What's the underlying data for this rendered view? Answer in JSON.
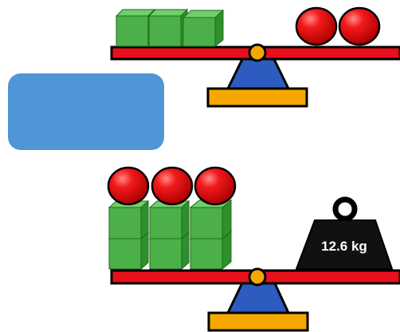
{
  "puzzle": {
    "scale_top": {
      "left_pan": {
        "item": "green-cube",
        "count": 3
      },
      "right_pan": {
        "item": "red-ball",
        "count": 2
      }
    },
    "scale_bottom": {
      "left_pan": {
        "cubes": 6,
        "balls": 3
      },
      "right_pan": {
        "item": "weight",
        "label": "12.6 kg"
      }
    },
    "colors": {
      "beam": "#e8101a",
      "fulcrum": "#2e5bbf",
      "base": "#f5a800",
      "cube": "#4cb048",
      "ball": "#e8101a",
      "weight": "#111111",
      "answer_box": "#4f96d6"
    }
  }
}
